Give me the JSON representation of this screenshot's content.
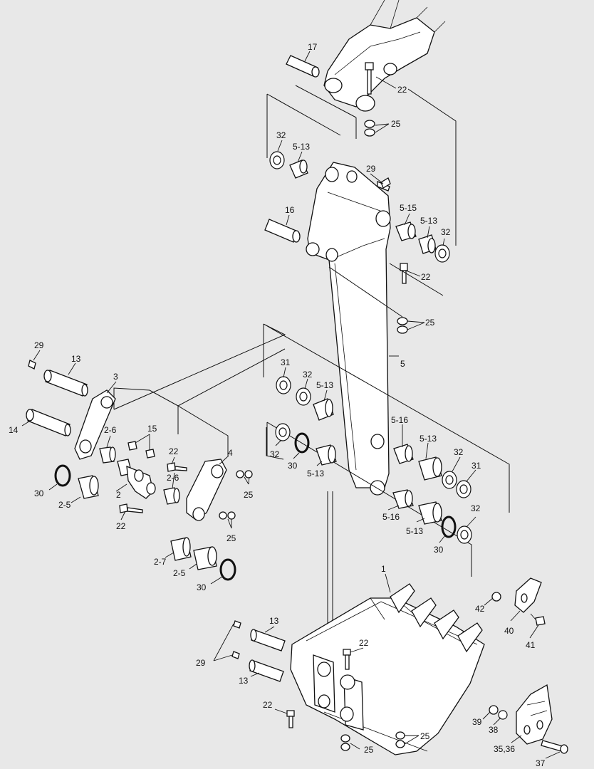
{
  "callouts": {
    "c17": "17",
    "c22a": "22",
    "c25a": "25",
    "c32a": "32",
    "c513a": "5-13",
    "c29a": "29",
    "c16": "16",
    "c515": "5-15",
    "c513b": "5-13",
    "c32b": "32",
    "c22b": "22",
    "c25b": "25",
    "c5": "5",
    "c29b": "29",
    "c13a": "13",
    "c3": "3",
    "c31a": "31",
    "c32c": "32",
    "c513c": "5-13",
    "c14": "14",
    "c26a": "2-6",
    "c15": "15",
    "c22c": "22",
    "c4": "4",
    "c516a": "5-16",
    "c513d": "5-13",
    "c32d": "32",
    "c30a": "30",
    "c513e": "5-13",
    "c26b": "2-6",
    "c25c": "25",
    "c31b": "31",
    "c32e": "32",
    "c30b": "30",
    "c2": "2",
    "c25d": "25",
    "c25e": "2-5",
    "c22d": "22",
    "c516b": "5-16",
    "c513f": "5-13",
    "c30c": "30",
    "c32f": "32",
    "c27": "2-7",
    "c25f": "2-5",
    "c30d": "30",
    "c1": "1",
    "c42": "42",
    "c40": "40",
    "c41": "41",
    "c13b": "13",
    "c22e": "22",
    "c29c": "29",
    "c13c": "13",
    "c22f": "22",
    "c39": "39",
    "c38": "38",
    "c25g": "25",
    "c25h": "25",
    "c3536": "35,36",
    "c37": "37"
  }
}
